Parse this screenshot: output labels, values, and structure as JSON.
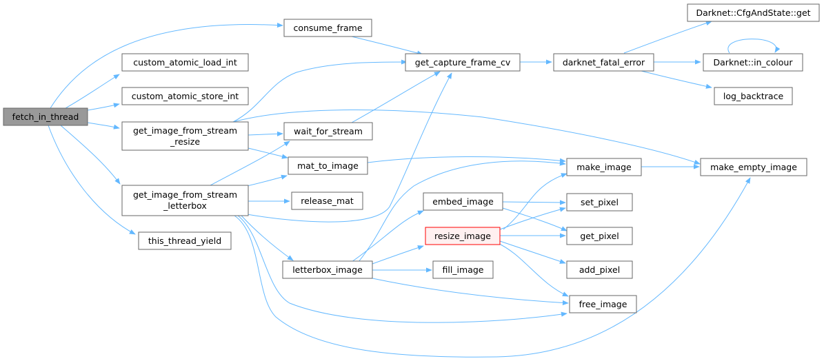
{
  "colors": {
    "edge": "#63b8ff",
    "node_border": "#666666",
    "root_fill": "#999999",
    "highlight_fill": "#fff0f0",
    "highlight_border": "#ff0000"
  },
  "nodes": {
    "fetch": {
      "label": "fetch_in_thread"
    },
    "consume": {
      "label": "consume_frame"
    },
    "load_int": {
      "label": "custom_atomic_load_int"
    },
    "store_int": {
      "label": "custom_atomic_store_int"
    },
    "resize_stream": {
      "line1": "get_image_from_stream",
      "line2": "_resize"
    },
    "letterbox_stream": {
      "line1": "get_image_from_stream",
      "line2": "_letterbox"
    },
    "yield": {
      "label": "this_thread_yield"
    },
    "capture": {
      "label": "get_capture_frame_cv"
    },
    "wait": {
      "label": "wait_for_stream"
    },
    "mat": {
      "label": "mat_to_image"
    },
    "release": {
      "label": "release_mat"
    },
    "letterbox_image": {
      "label": "letterbox_image"
    },
    "embed": {
      "label": "embed_image"
    },
    "resize_image": {
      "label": "resize_image"
    },
    "fill": {
      "label": "fill_image"
    },
    "fatal": {
      "label": "darknet_fatal_error"
    },
    "cfg": {
      "label": "Darknet::CfgAndState::get"
    },
    "colour": {
      "label": "Darknet::in_colour"
    },
    "backtrace": {
      "label": "log_backtrace"
    },
    "make": {
      "label": "make_image"
    },
    "make_empty": {
      "label": "make_empty_image"
    },
    "set_pixel": {
      "label": "set_pixel"
    },
    "get_pixel": {
      "label": "get_pixel"
    },
    "add_pixel": {
      "label": "add_pixel"
    },
    "free": {
      "label": "free_image"
    }
  }
}
